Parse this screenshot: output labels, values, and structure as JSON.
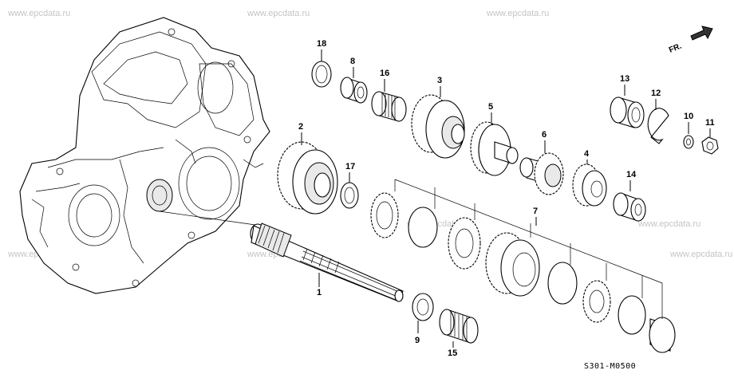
{
  "watermarks": [
    "www.epcdata.ru"
  ],
  "diagram_code": "S301-M0500",
  "direction_label": "FR.",
  "callouts": [
    "1",
    "2",
    "3",
    "4",
    "5",
    "6",
    "7",
    "8",
    "9",
    "10",
    "11",
    "12",
    "13",
    "14",
    "15",
    "16",
    "17",
    "18"
  ]
}
